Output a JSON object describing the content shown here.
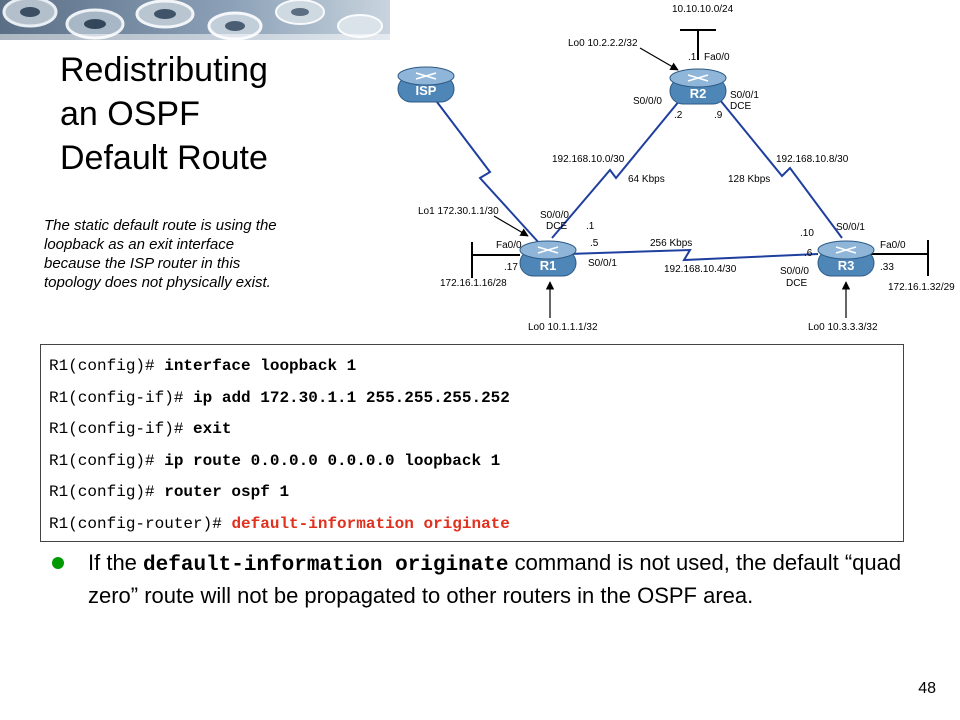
{
  "title": {
    "line1": "Redistributing",
    "line2": "an OSPF",
    "line3": "Default Route"
  },
  "note": {
    "line1": "The static default route is using the",
    "line2": "loopback as an exit interface",
    "line3": "because the ISP router in this",
    "line4": "topology does not physically exist."
  },
  "topology": {
    "routers": {
      "isp": "ISP",
      "r1": "R1",
      "r2": "R2",
      "r3": "R3"
    },
    "lan_top": "10.10.10.0/24",
    "r2_lo": "Lo0 10.2.2.2/32",
    "r2_fa_host": ".1",
    "r2_fa": "Fa0/0",
    "r2_s000": "S0/0/0",
    "r2_s001": "S0/0/1",
    "r2_dce": "DCE",
    "r2_left_host": ".2",
    "r2_right_host": ".9",
    "link_r1_r2_net": "192.168.10.0/30",
    "link_r1_r2_speed": "64 Kbps",
    "link_r2_r3_net": "192.168.10.8/30",
    "link_r2_r3_speed": "128 Kbps",
    "r1_lo1": "Lo1 172.30.1.1/30",
    "r1_s000": "S0/0/0",
    "r1_dce": "DCE",
    "r1_host_top": ".1",
    "r1_host_mid": ".5",
    "r1_fa": "Fa0/0",
    "r1_fa_host": ".17",
    "r1_s001": "S0/0/1",
    "r1_lan": "172.16.1.16/28",
    "r1_lo0": "Lo0 10.1.1.1/32",
    "link_r1_r3_speed": "256 Kbps",
    "link_r1_r3_net": "192.168.10.4/30",
    "r3_s001": "S0/0/1",
    "r3_host_top": ".10",
    "r3_host_mid": ".6",
    "r3_s000": "S0/0/0",
    "r3_dce": "DCE",
    "r3_fa": "Fa0/0",
    "r3_fa_host": ".33",
    "r3_lan": "172.16.1.32/29",
    "r3_lo0": "Lo0 10.3.3.3/32"
  },
  "code": [
    {
      "prompt": "R1(config)# ",
      "cmd": "interface loopback 1"
    },
    {
      "prompt": "R1(config-if)# ",
      "cmd": "ip add 172.30.1.1 255.255.255.252"
    },
    {
      "prompt": "R1(config-if)# ",
      "cmd": "exit"
    },
    {
      "prompt": "R1(config)# ",
      "cmd": "ip route 0.0.0.0 0.0.0.0 loopback 1"
    },
    {
      "prompt": "R1(config)# ",
      "cmd": "router ospf 1"
    },
    {
      "prompt": "R1(config-router)# ",
      "cmd": "default-information originate"
    }
  ],
  "bullet": {
    "pre": "If the ",
    "mono": "default-information originate",
    "post": " command is not used, the default “quad zero” route will not be propagated to other routers in the OSPF area."
  },
  "page_number": "48",
  "colors": {
    "router_fill": "#4f86b8",
    "highlight_cmd": "#e0301e",
    "bullet": "#009900"
  }
}
